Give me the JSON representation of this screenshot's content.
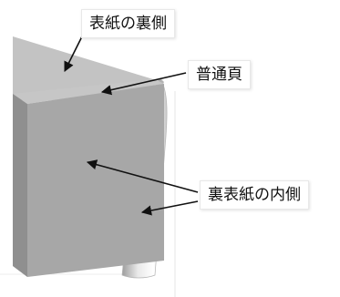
{
  "labels": {
    "cover_back": "表紙の裏側",
    "normal_page": "普通頁",
    "back_cover_inside": "裏表紙の内側"
  },
  "colors": {
    "cover_triangle": "#c2c2c2",
    "page_face": "#a6a6a6",
    "page_top_edge": "#c4c4c4",
    "page_side_edge": "#8e8e8e",
    "curl_light": "#f2f2f2",
    "curl_dark": "#9a9a9a",
    "arrow": "#111111",
    "guide_line": "#e2e2e2"
  }
}
